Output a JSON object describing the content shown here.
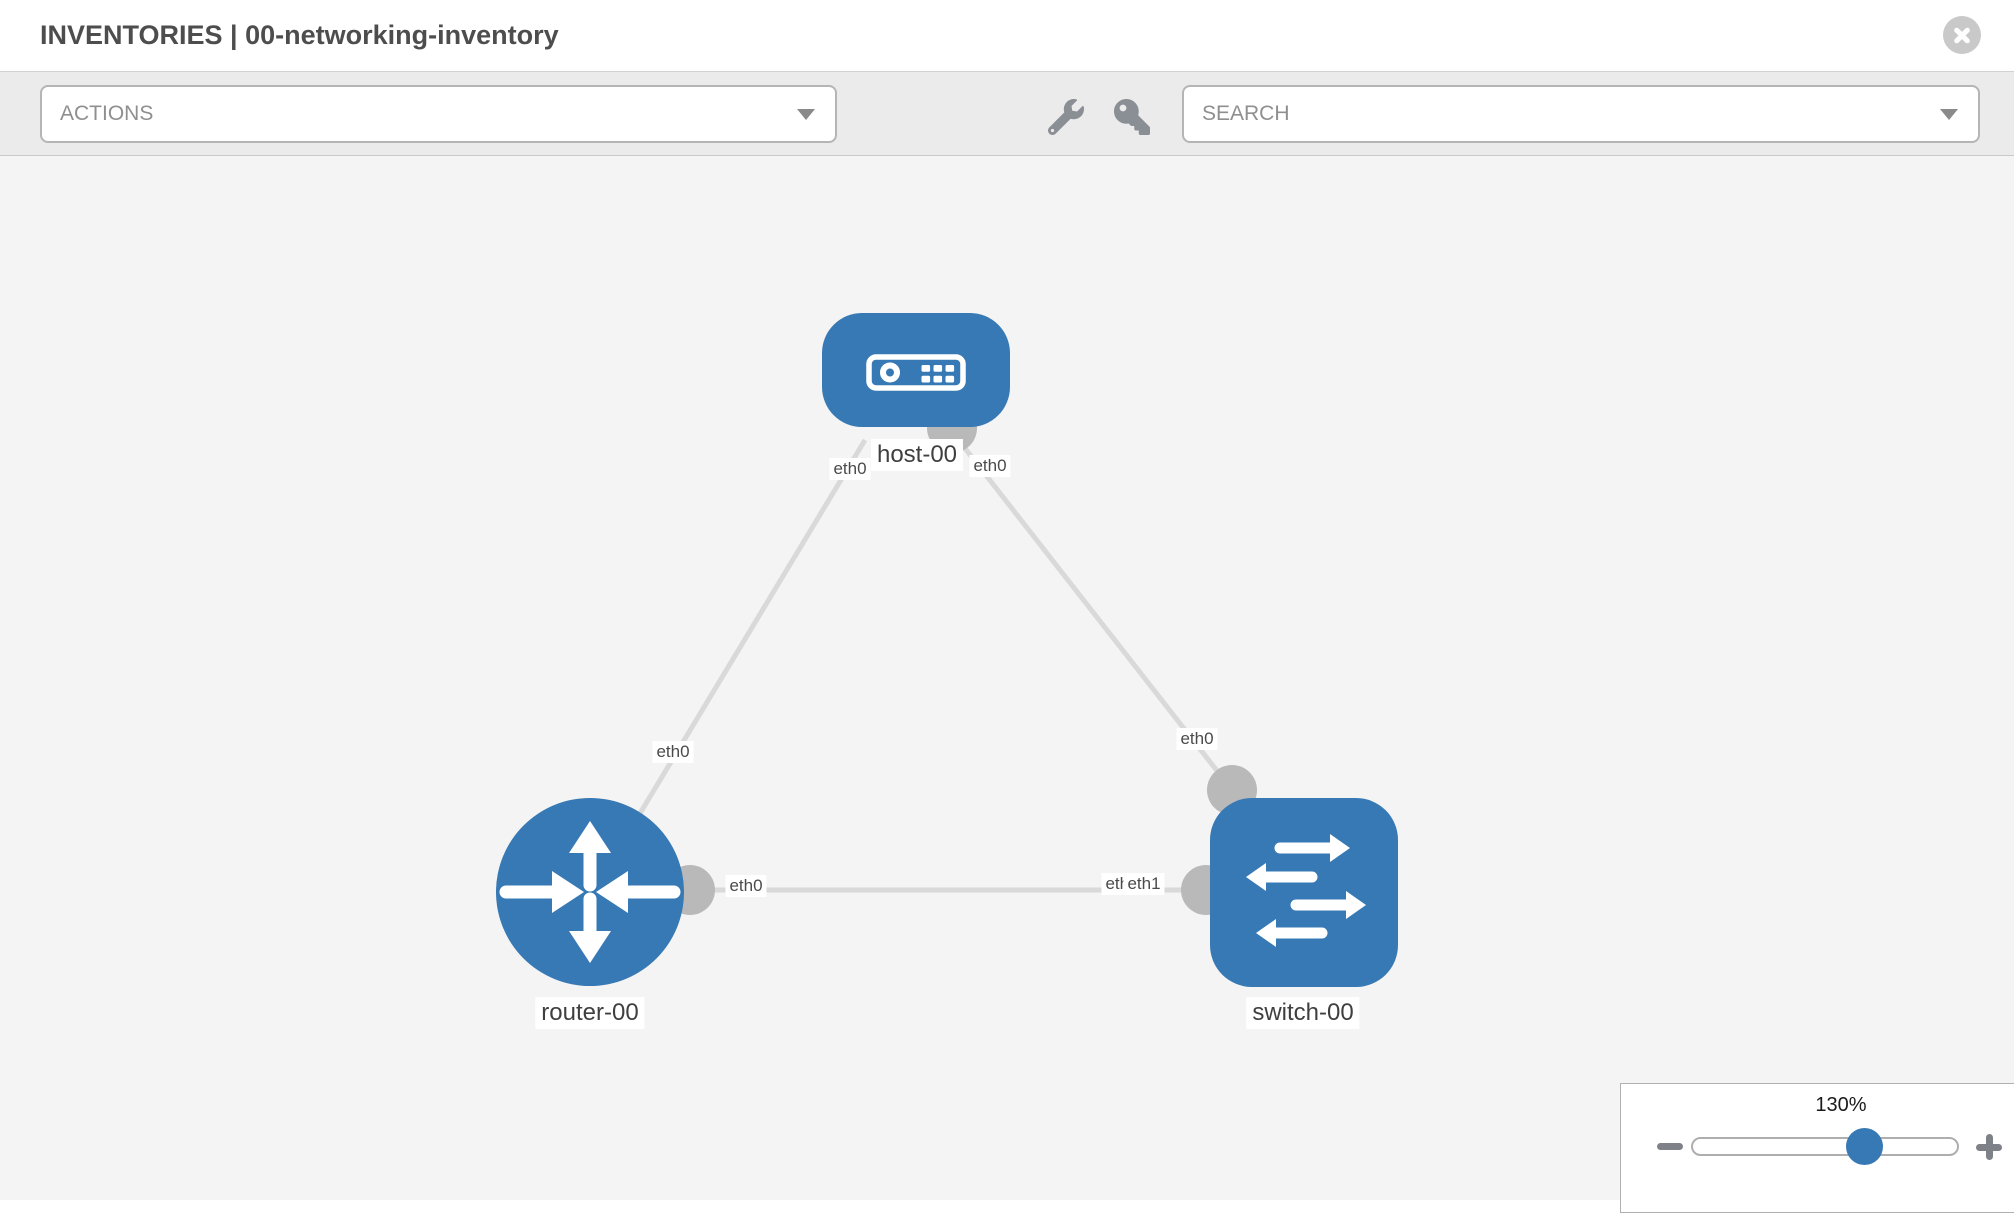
{
  "window": {
    "title": "INVENTORIES | 00-networking-inventory"
  },
  "toolbar": {
    "actions_label": "ACTIONS",
    "search_label": "SEARCH",
    "icons": [
      "wrench-icon",
      "key-icon"
    ]
  },
  "topology": {
    "nodes": [
      {
        "id": "host-00",
        "label": "host-00",
        "type": "host",
        "shape": "rounded-rect",
        "color": "#3779b5"
      },
      {
        "id": "router-00",
        "label": "router-00",
        "type": "router",
        "shape": "circle",
        "color": "#3779b5"
      },
      {
        "id": "switch-00",
        "label": "switch-00",
        "type": "switch",
        "shape": "rounded-square",
        "color": "#3779b5"
      }
    ],
    "links": [
      {
        "from": "host-00",
        "from_interface": "eth0",
        "to": "router-00",
        "to_interface": "eth0"
      },
      {
        "from": "host-00",
        "from_interface": "eth0",
        "to": "switch-00",
        "to_interface": "eth0"
      },
      {
        "from": "router-00",
        "from_interface": "eth0",
        "to": "switch-00",
        "to_interface": "eth1"
      }
    ],
    "interface_labels": [
      {
        "text": "eth0"
      },
      {
        "text": "eth0"
      },
      {
        "text": "eth0"
      },
      {
        "text": "eth0"
      },
      {
        "text": "eth0"
      },
      {
        "text": "eth0"
      },
      {
        "text": "eth1"
      }
    ]
  },
  "zoom_control": {
    "value": "130%"
  },
  "colors": {
    "node_blue": "#3779b5",
    "link_gray": "#d9d9d9",
    "connector_gray": "#b9b9b9",
    "canvas_bg": "#f4f4f4",
    "toolbar_bg": "#ebebeb"
  }
}
